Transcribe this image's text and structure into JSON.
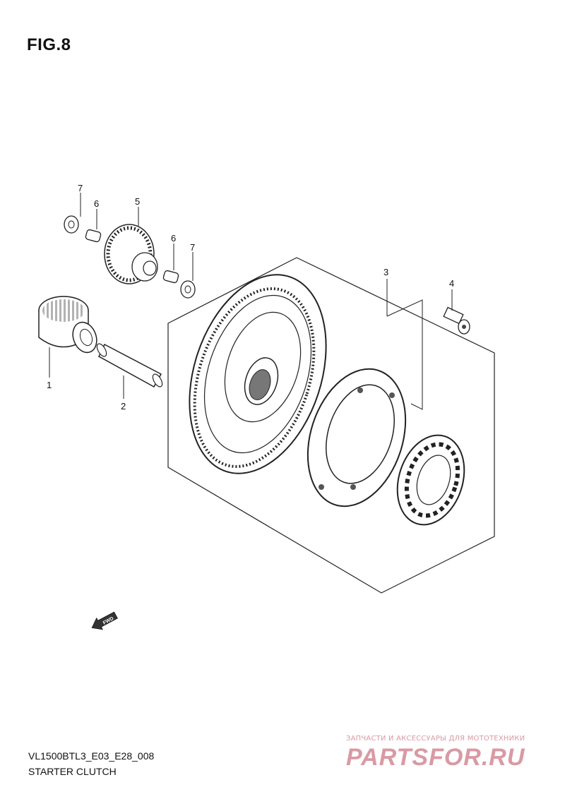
{
  "figure": {
    "title": "FIG.8"
  },
  "callouts": [
    {
      "id": "1",
      "label": "1"
    },
    {
      "id": "2",
      "label": "2"
    },
    {
      "id": "3",
      "label": "3"
    },
    {
      "id": "4",
      "label": "4"
    },
    {
      "id": "5",
      "label": "5"
    },
    {
      "id": "6a",
      "label": "6"
    },
    {
      "id": "6b",
      "label": "6"
    },
    {
      "id": "7a",
      "label": "7"
    },
    {
      "id": "7b",
      "label": "7"
    }
  ],
  "direction_marker": {
    "label": "FWD",
    "icon": "fwd-arrow-icon"
  },
  "footer": {
    "model_code": "VL1500BTL3_E03_E28_008",
    "section_name": "STARTER CLUTCH"
  },
  "watermark": {
    "tagline": "ЗАПЧАСТИ И АКСЕССУАРЫ ДЛЯ МОТОТЕХНИКИ",
    "logo_text": "PARTSFOR.RU",
    "color": "#d99aa4"
  }
}
